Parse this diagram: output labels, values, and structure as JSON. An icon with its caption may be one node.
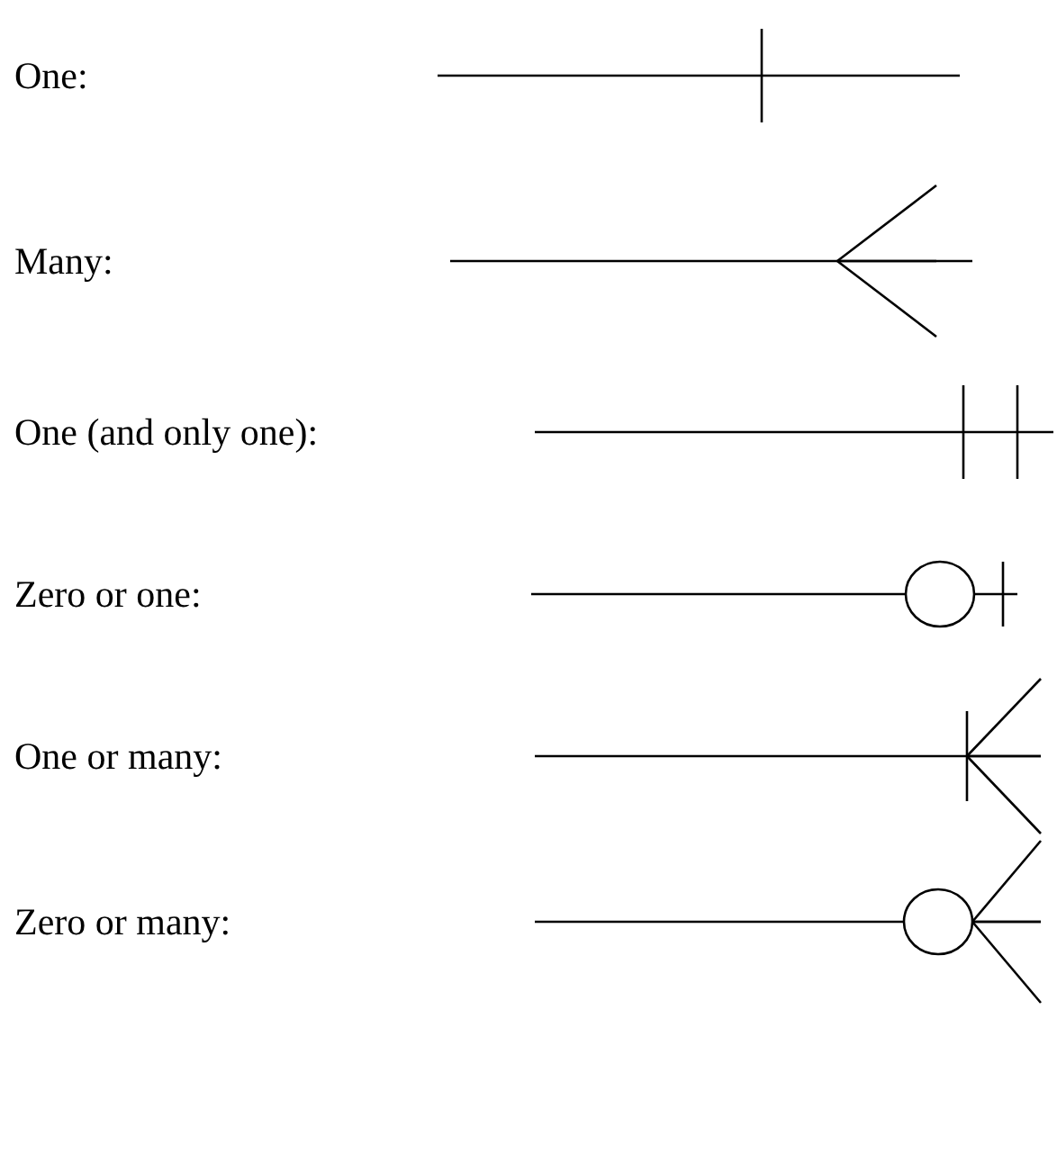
{
  "diagram": {
    "legend": [
      {
        "text": "One:"
      },
      {
        "text": "Many:"
      },
      {
        "text": "One (and only one):"
      },
      {
        "text": "Zero or one:"
      },
      {
        "text": "One or many:"
      },
      {
        "text": "Zero or many:"
      }
    ]
  }
}
